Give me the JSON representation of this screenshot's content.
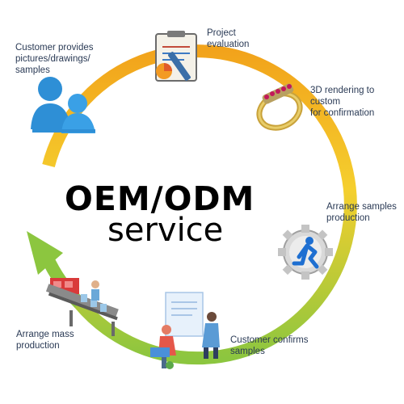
{
  "title": {
    "line1": "OEM/ODM",
    "line2": "service"
  },
  "steps": [
    {
      "label": "Customer provides\npictures/drawings/\nsamples",
      "icon": "customer-icon"
    },
    {
      "label": "Project\nevaluation",
      "icon": "clipboard-icon"
    },
    {
      "label": "3D rendering to custom\nfor confirmation",
      "icon": "ring-icon"
    },
    {
      "label": "Arrange samples\nproduction",
      "icon": "gear-runner-icon"
    },
    {
      "label": "Customer confirms\nsamples",
      "icon": "meeting-icon"
    },
    {
      "label": "Arrange mass\nproduction",
      "icon": "factory-line-icon"
    }
  ],
  "colors": {
    "ring_start": "#f2a31b",
    "ring_mid": "#f5cf2e",
    "ring_end": "#8cc63f",
    "label_text": "#2a3a55",
    "title_text": "#000000"
  }
}
